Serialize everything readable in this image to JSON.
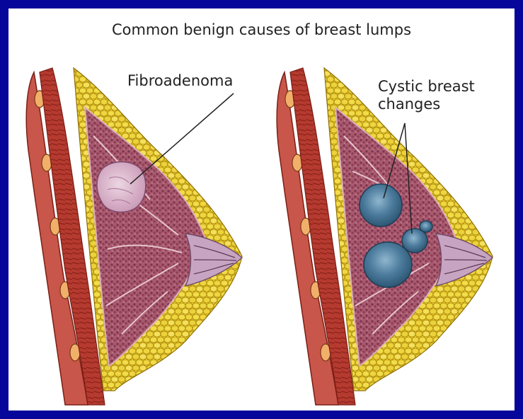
{
  "title": "Common benign causes of breast lumps",
  "panels": [
    {
      "label": "Fibroadenoma"
    },
    {
      "label_line1": "Cystic breast",
      "label_line2": "changes"
    }
  ],
  "colors": {
    "border": "#06069a",
    "muscle": "#b8372e",
    "fat": "#e8cf2e",
    "gland_tissue": "#a25a6c",
    "fibroadenoma": "#d9b6cc",
    "cyst": "#4f7e9e",
    "nipple": "#c6a6c2"
  }
}
